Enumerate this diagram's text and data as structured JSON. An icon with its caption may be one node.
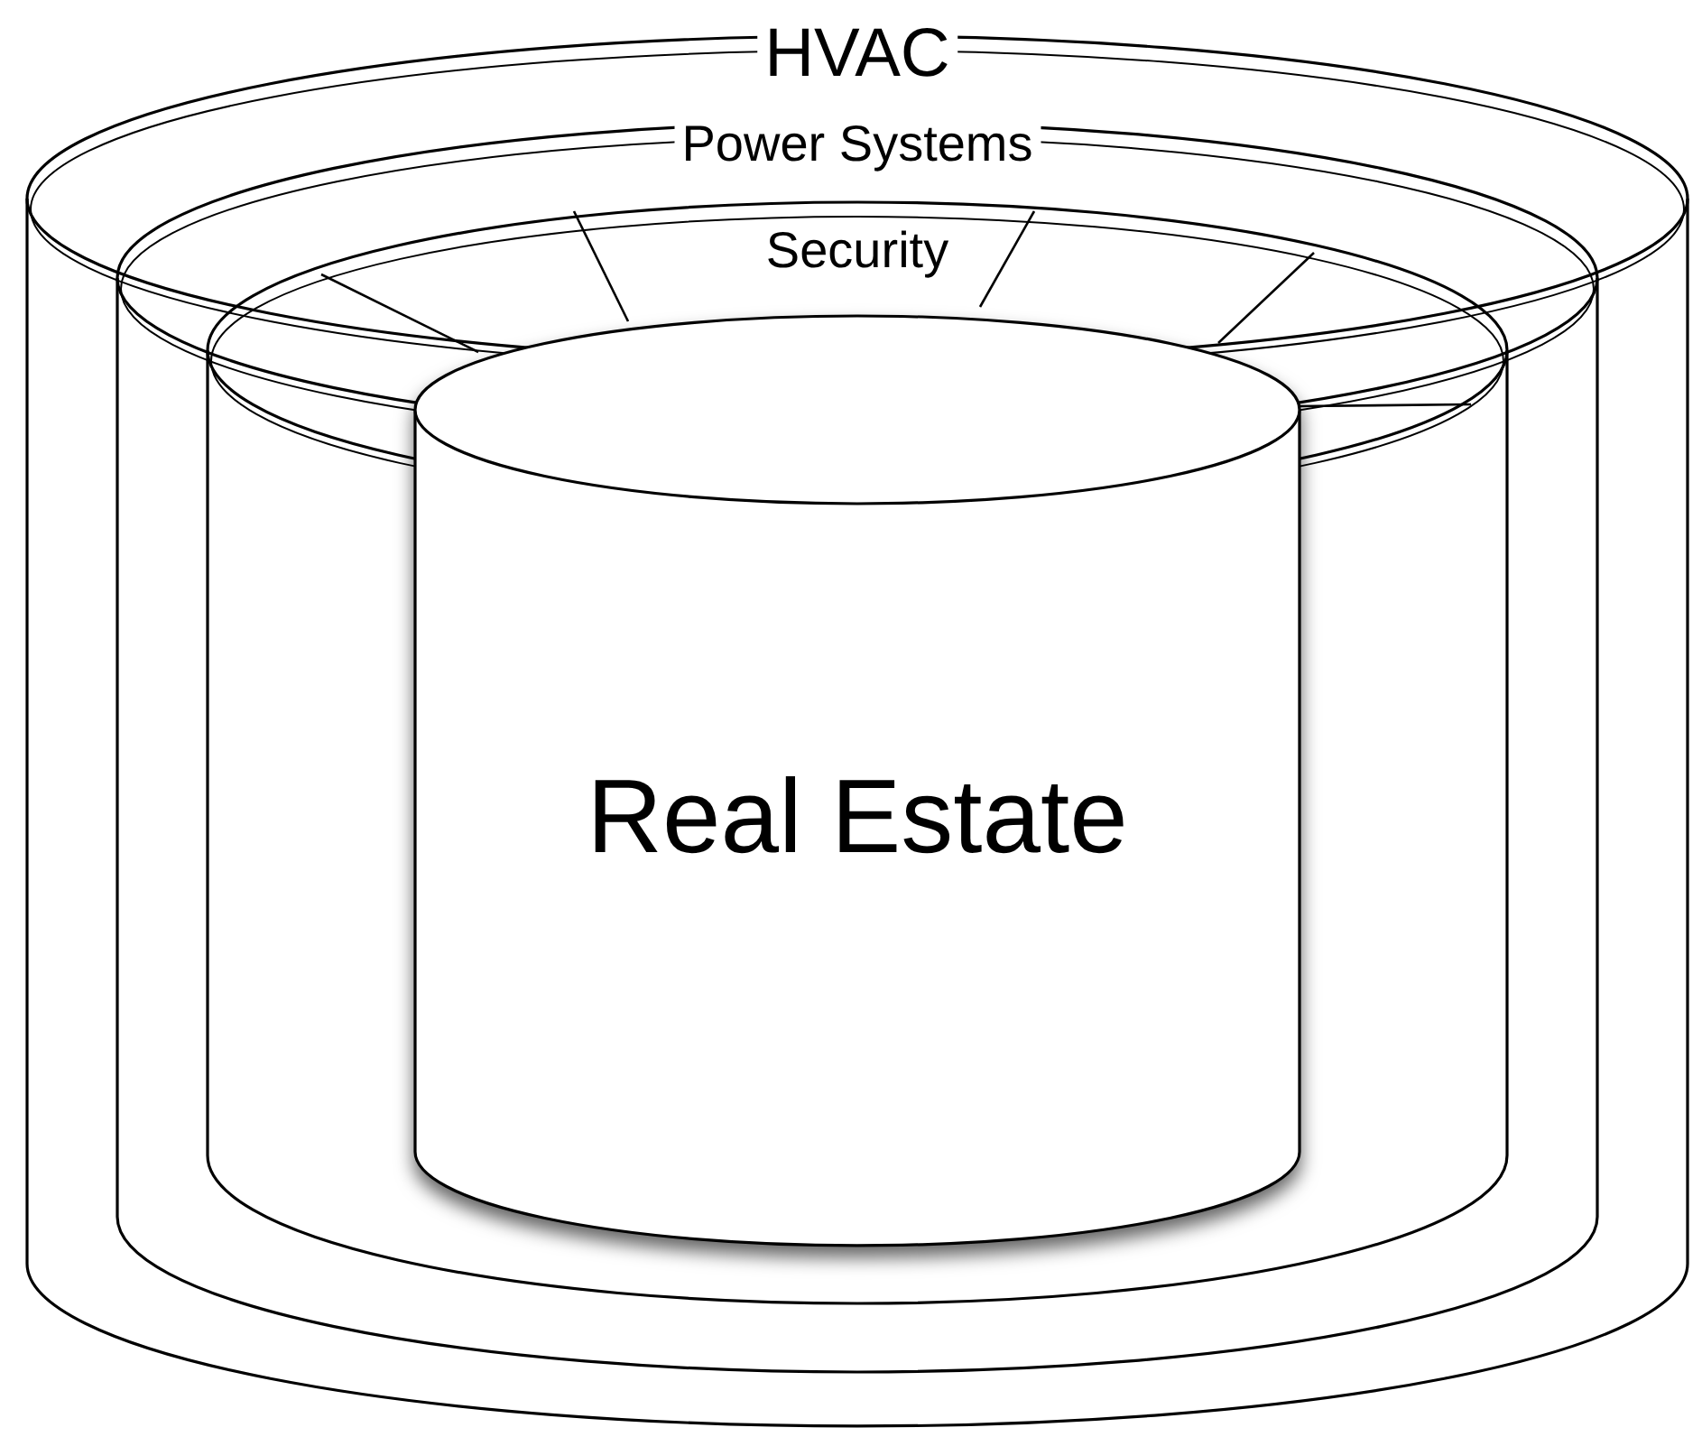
{
  "diagram": {
    "nodes": [
      {
        "text": [
          "HVAC"
        ]
      },
      {
        "text": [
          "Power Systems"
        ],
        "in": 0
      },
      {
        "text": [
          "Security"
        ],
        "in": 1
      },
      {
        "text": [
          "Real Estate"
        ],
        "in": 2
      }
    ]
  }
}
